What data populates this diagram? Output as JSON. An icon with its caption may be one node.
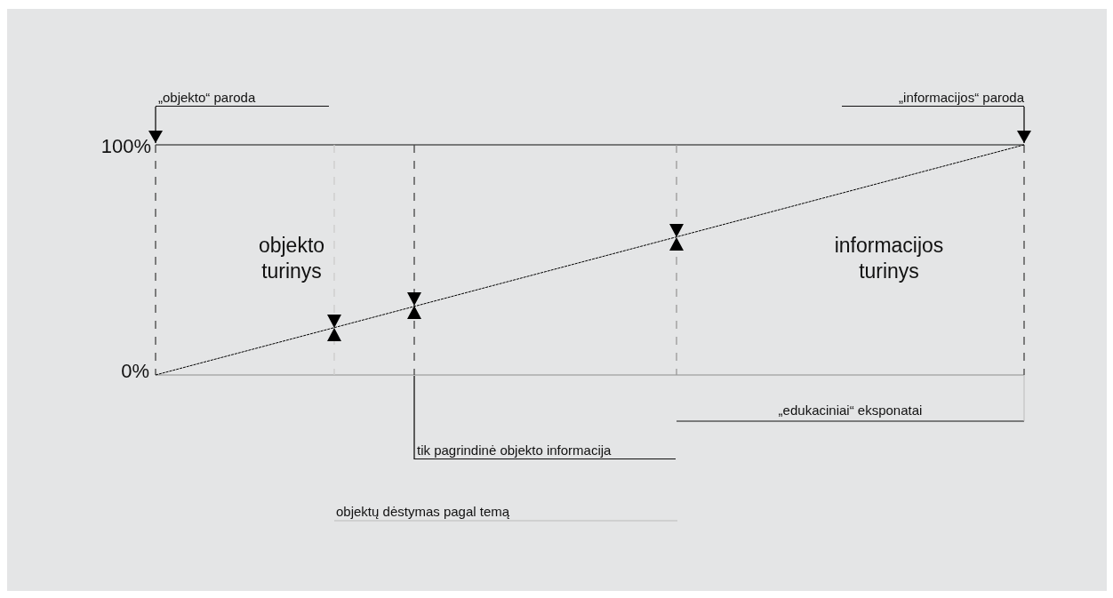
{
  "diagram": {
    "nodes": [
      {
        "text": [
          "„objekto“ paroda"
        ]
      },
      {
        "text": [
          "„informacijos“ paroda"
        ]
      },
      {
        "text": [
          "tik pagrindinė objekto informacija"
        ]
      },
      {
        "text": [
          "100%"
        ]
      }
    ],
    "edges": [
      {
        "from": 0,
        "to": 3,
        "arrow": "to"
      },
      {
        "from": 1,
        "to": null,
        "arrow": "to"
      },
      {
        "from": 2,
        "to": null,
        "arrow": "none"
      }
    ],
    "labels": [
      "objekto turinys",
      "informacijos turinys",
      "0%",
      "„edukaciniai“ eksponatai",
      "objektų dėstymas pagal temą"
    ]
  }
}
